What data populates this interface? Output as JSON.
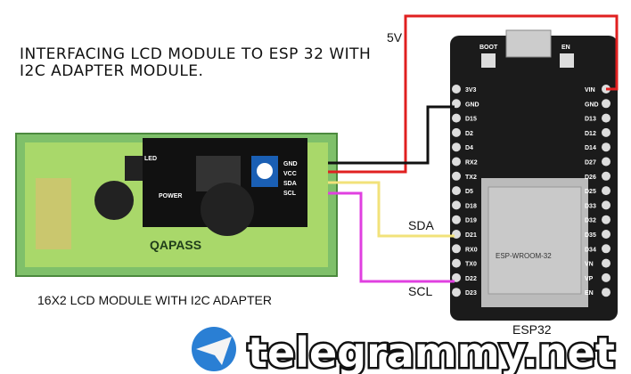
{
  "title": {
    "line1": "INTERFACING LCD MODULE TO ESP 32 WITH",
    "line2": "I2C ADAPTER MODULE."
  },
  "lcd": {
    "caption": "16X2 LCD MODULE WITH I2C ADAPTER",
    "brand": "QAPASS",
    "adapter_pins": [
      "GND",
      "VCC",
      "SDA",
      "SCL"
    ],
    "led_label": "LED",
    "power_label": "POWER"
  },
  "wires": {
    "power_label": "5V",
    "sda_label": "SDA",
    "scl_label": "SCL",
    "colors": {
      "vcc": "#e02020",
      "gnd": "#111111",
      "sda": "#f2e27a",
      "scl": "#e040e0"
    }
  },
  "esp32": {
    "label": "ESP32",
    "buttons": [
      "BOOT",
      "EN"
    ],
    "module_name": "ESP-WROOM-32",
    "left_pins": [
      "3V3",
      "GND",
      "D15",
      "D2",
      "D4",
      "RX2",
      "TX2",
      "D5",
      "D18",
      "D19",
      "D21",
      "RX0",
      "TX0",
      "D22",
      "D23"
    ],
    "right_pins": [
      "VIN",
      "GND",
      "D13",
      "D12",
      "D14",
      "D27",
      "D26",
      "D25",
      "D33",
      "D32",
      "D35",
      "D34",
      "VN",
      "VP",
      "EN"
    ]
  },
  "watermark": "telegrammy.net"
}
